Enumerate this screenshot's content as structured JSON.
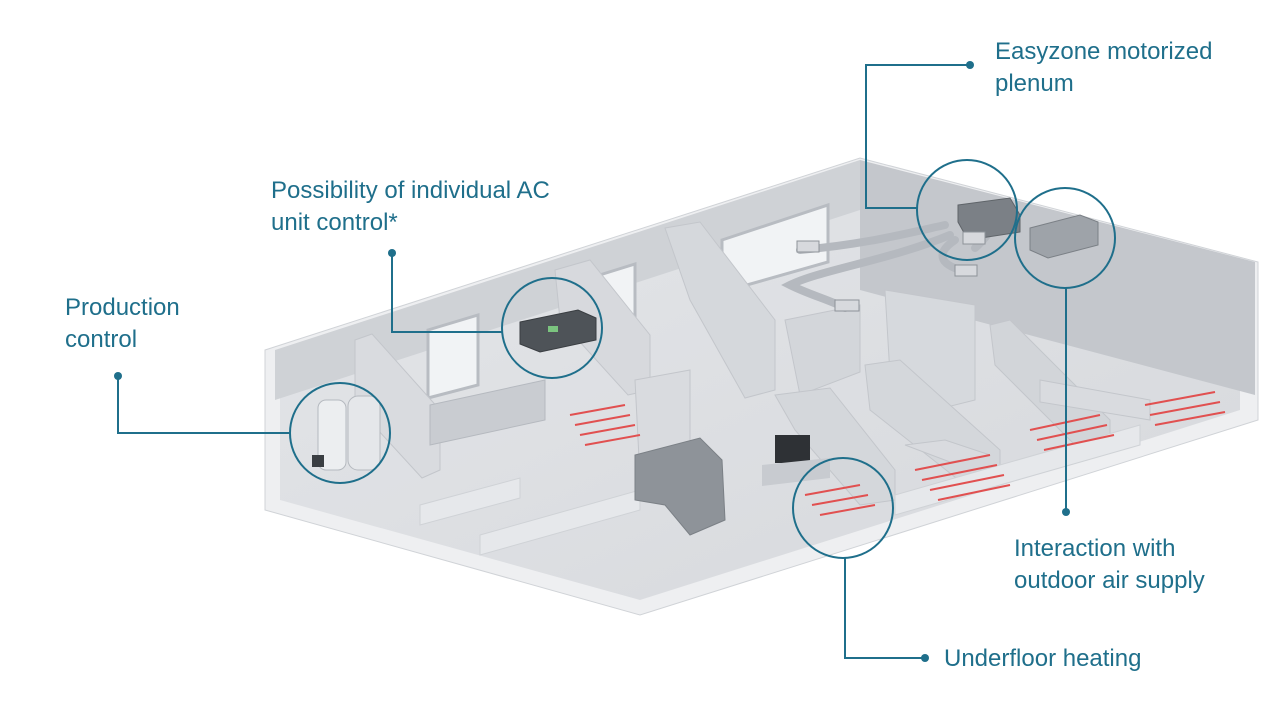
{
  "accent_color": "#1f6f8b",
  "callouts": {
    "plenum": {
      "line1": "Easyzone motorized",
      "line2": "plenum"
    },
    "ac_unit": {
      "line1": "Possibility of individual AC",
      "line2": "unit control*"
    },
    "production": {
      "line1": "Production",
      "line2": "control"
    },
    "outdoor_air": {
      "line1": "Interaction with",
      "line2": "outdoor air supply"
    },
    "underfloor": {
      "line1": "Underfloor heating"
    }
  }
}
